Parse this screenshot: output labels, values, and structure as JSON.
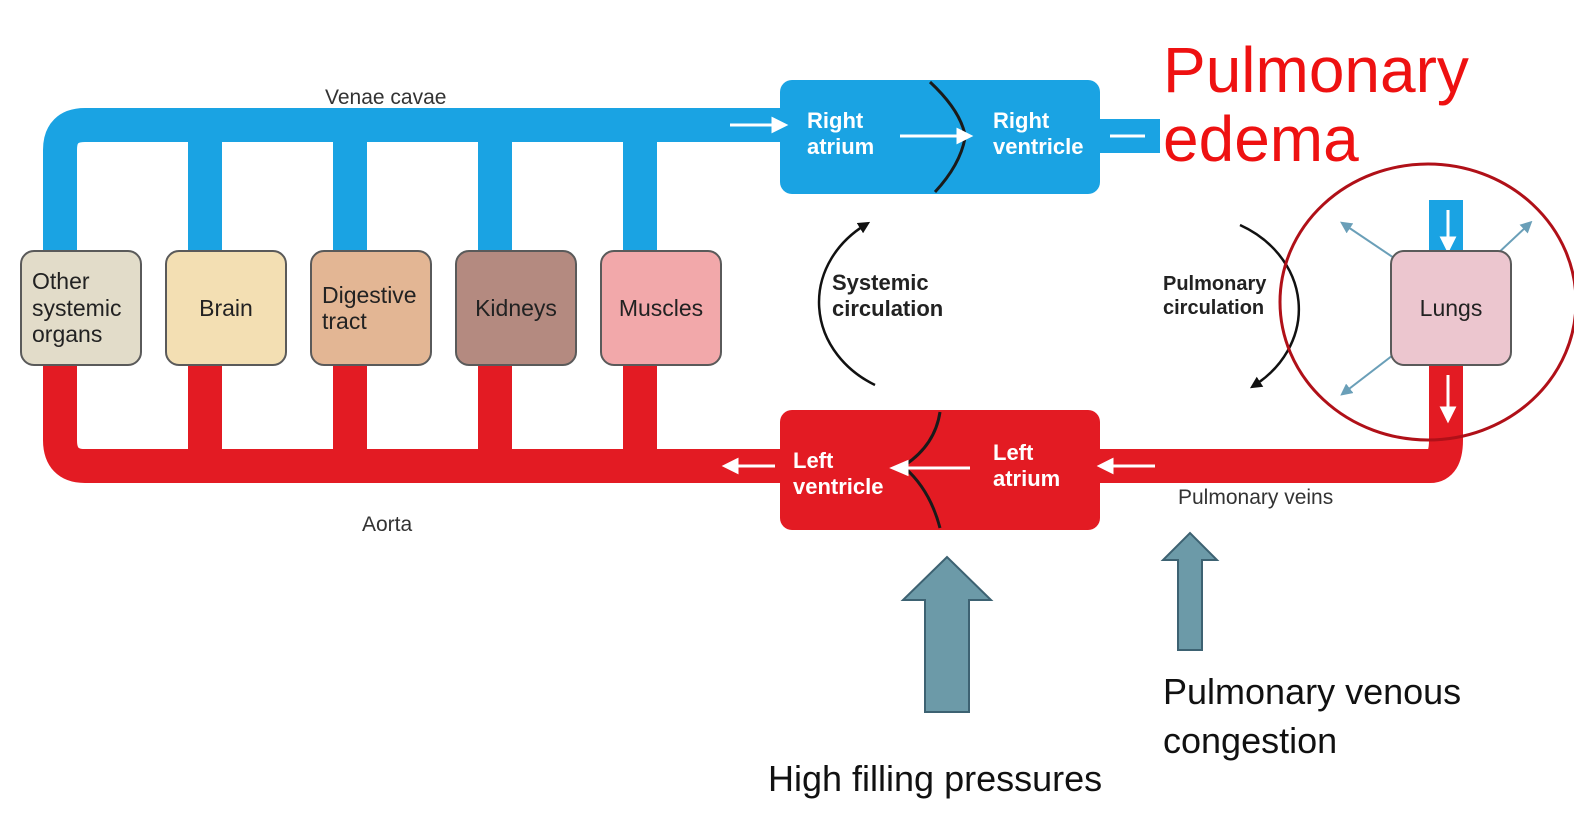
{
  "colors": {
    "venous": "#1aa3e3",
    "arterial": "#e31b23",
    "callout": "#ee1111",
    "indicator_arrow": "#6c9aa8",
    "circle": "#b01018"
  },
  "vessels": {
    "venae_cavae": "Venae cavae",
    "aorta": "Aorta",
    "pulmonary_veins": "Pulmonary veins"
  },
  "organs": [
    {
      "label": "Other\nsystemic\norgans",
      "color": "#e2dcc9"
    },
    {
      "label": "Brain",
      "color": "#f3dfb3"
    },
    {
      "label": "Digestive\ntract",
      "color": "#e3b694"
    },
    {
      "label": "Kidneys",
      "color": "#b48a80"
    },
    {
      "label": "Muscles",
      "color": "#f2a8aa"
    }
  ],
  "heart": {
    "right_atrium": "Right\natrium",
    "right_ventricle": "Right\nventricle",
    "left_atrium": "Left\natrium",
    "left_ventricle": "Left\nventricle"
  },
  "lungs": {
    "label": "Lungs",
    "color": "#ecc6cf"
  },
  "circulations": {
    "systemic": "Systemic\ncirculation",
    "pulmonary": "Pulmonary\ncirculation"
  },
  "annotations": {
    "callout": "Pulmonary\nedema",
    "high_filling": "High filling pressures",
    "venous_congestion": "Pulmonary venous\ncongestion"
  }
}
